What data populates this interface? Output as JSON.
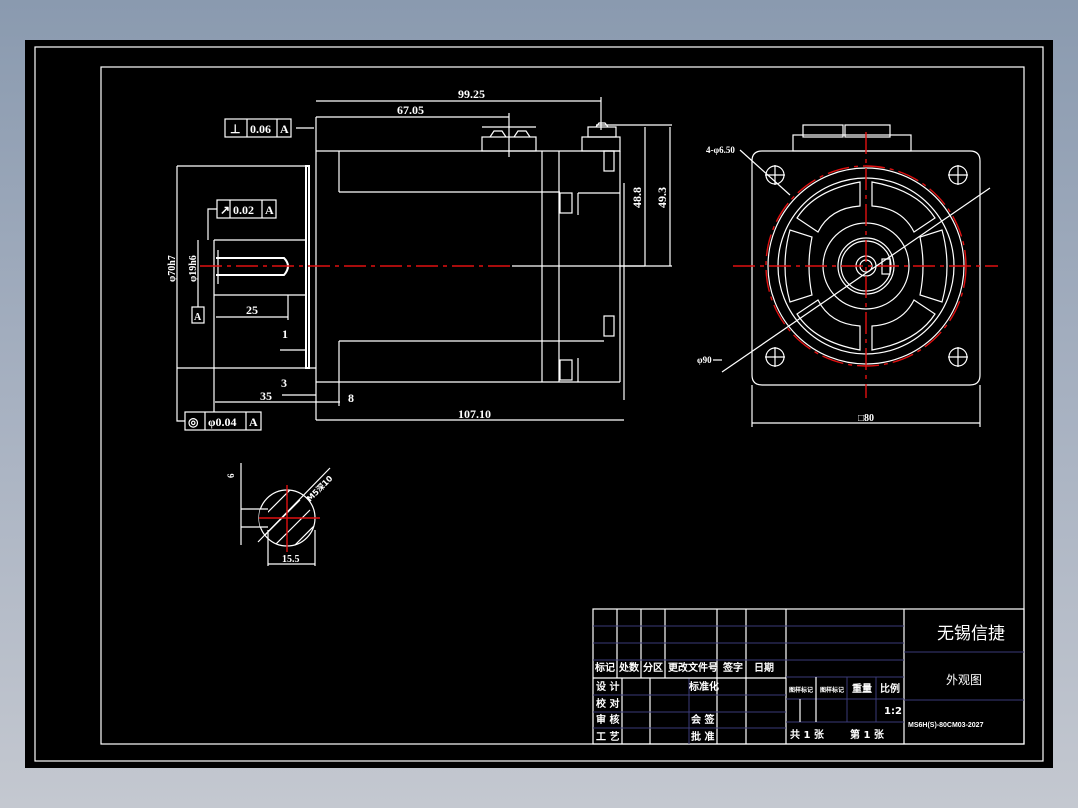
{
  "drawing": {
    "background_gradient": [
      "#8a9aaf",
      "#c4c8d0"
    ],
    "canvas_color": "#000000",
    "line_color": "#ffffff",
    "centerline_color": "#e01010",
    "titleblock_grid_color": "#3a3a78"
  },
  "front_view": {
    "dimensions": {
      "overall_top": "99.25",
      "body_top": "67.05",
      "overall_length": "107.10",
      "shaft_length": "35",
      "key_length": "25",
      "flange_thickness": "8",
      "spigot_depth": "3",
      "chamfer": "1",
      "height_48": "48.8",
      "height_49": "49.3",
      "spigot_diameter": "φ70h7",
      "shaft_diameter": "φ19h6"
    },
    "tolerances": {
      "perpendicularity": {
        "symbol": "⊥",
        "value": "0.06",
        "datum": "A"
      },
      "runout": {
        "symbol": "↗",
        "value": "0.02",
        "datum": "A"
      },
      "concentricity": {
        "symbol": "◎",
        "value": "φ0.04",
        "datum": "A"
      }
    },
    "datum_label": "A"
  },
  "side_view": {
    "hole_label": "4-φ6.50",
    "pcd_label": "φ90",
    "width_label": "□80"
  },
  "section_view": {
    "key_width": "6",
    "thread_label": "M5深10",
    "dimension": "15.5"
  },
  "title_block": {
    "company": "无锡信捷",
    "drawing_title": "外观图",
    "drawing_number": "MS6H(S)-80CM03-2027",
    "revision_headers": [
      "标记",
      "处数",
      "分区",
      "更改文件号",
      "签字",
      "日期"
    ],
    "rows": [
      "设 计",
      "校 对",
      "审 核",
      "工 艺"
    ],
    "standardization": "标准化",
    "countersign": "会 签",
    "approve": "批 准",
    "stage_headers": [
      "图样标记",
      "图样标记",
      "重量",
      "比例"
    ],
    "scale": "1:2",
    "sheets_total": "共 1 张",
    "sheet_number": "第 1 张"
  }
}
